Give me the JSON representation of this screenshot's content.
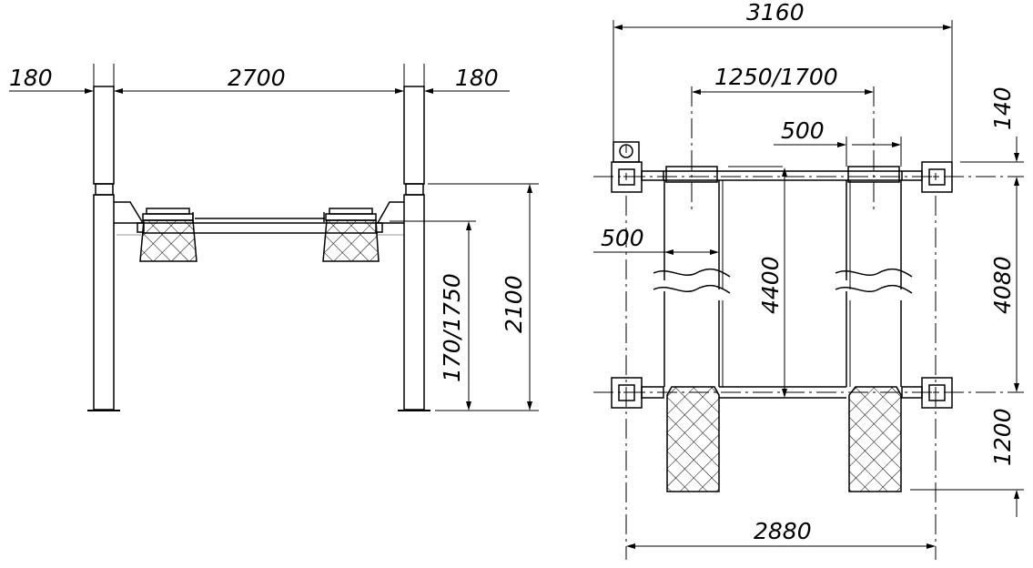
{
  "front_view": {
    "dims": {
      "post_width_left": "180",
      "span": "2700",
      "post_width_right": "180",
      "lift_range": "170/1750",
      "total_height": "2100"
    }
  },
  "top_view": {
    "dims": {
      "overall_width": "3160",
      "track_spacing": "1250/1700",
      "track_width_top": "500",
      "track_width_left": "500",
      "runway_length": "4400",
      "top_offset": "140",
      "post_spacing_length": "4080",
      "ramp_length": "1200",
      "post_spacing_width": "2880"
    }
  },
  "colors": {
    "line": "#000000",
    "background": "#ffffff",
    "ground_line": "#9a9a9a"
  }
}
